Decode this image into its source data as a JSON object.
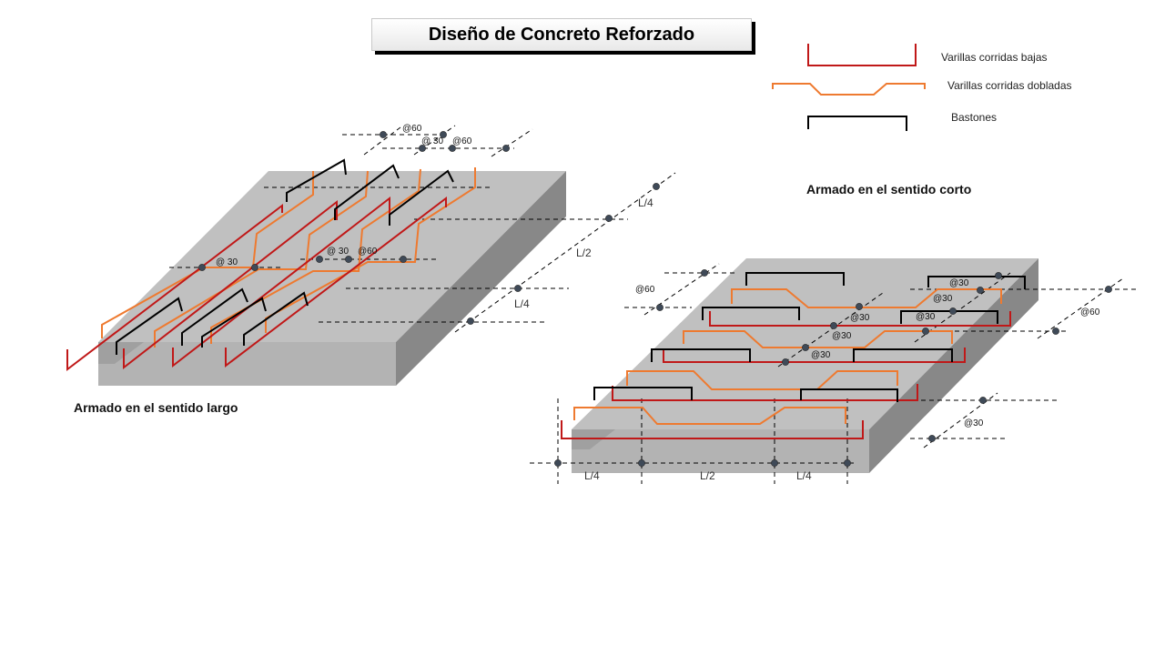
{
  "title": "Diseño de Concreto Reforzado",
  "legend": {
    "bottom_bars": "Varillas corridas bajas",
    "bent_bars": "Varillas corridas dobladas",
    "batons": "Bastones"
  },
  "sections": {
    "long_direction": "Armado en el sentido largo",
    "short_direction": "Armado en el sentido corto"
  },
  "colors": {
    "bottom_bars": "#c01818",
    "bent_bars": "#ee7a30",
    "batons": "#000000",
    "slab_top": "#c0c0c0",
    "slab_side": "#888888",
    "slab_front": "#b3b3b3",
    "point": "#3f4a58"
  },
  "long_slab": {
    "spacing_labels": [
      "@60",
      "@ 30",
      "@60",
      "@ 30",
      "@ 30",
      "@60"
    ],
    "dimension_labels": [
      "L/4",
      "L/2",
      "L/4"
    ]
  },
  "short_slab": {
    "spacing_labels": [
      "@60",
      "@30",
      "@30",
      "@30",
      "@30",
      "@30",
      "@30",
      "@60",
      "@30"
    ],
    "dimension_labels": [
      "L/4",
      "L/2",
      "L/4"
    ]
  }
}
